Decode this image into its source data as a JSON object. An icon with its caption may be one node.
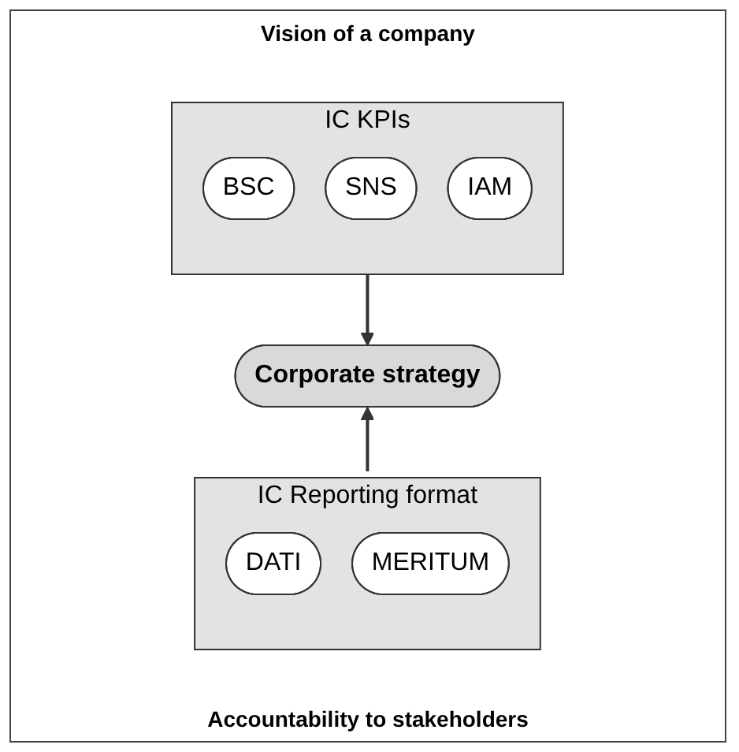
{
  "diagram": {
    "title": "Vision of a company",
    "caption": "Accountability to stakeholders",
    "nodes": [
      {
        "text": [
          "IC KPIs"
        ]
      },
      {
        "text": [
          "BSC"
        ],
        "in": 0
      },
      {
        "text": [
          "SNS"
        ],
        "in": 0
      },
      {
        "text": [
          "IAM"
        ],
        "in": 0
      },
      {
        "text": [
          "Corporate strategy"
        ]
      },
      {
        "text": [
          "IC Reporting format"
        ]
      },
      {
        "text": [
          "DATI"
        ],
        "in": 5
      },
      {
        "text": [
          "MERITUM"
        ],
        "in": 5
      }
    ],
    "edges": [
      {
        "from": 0,
        "to": 4,
        "arrow": "to"
      },
      {
        "from": 5,
        "to": 4,
        "arrow": "to"
      }
    ]
  }
}
